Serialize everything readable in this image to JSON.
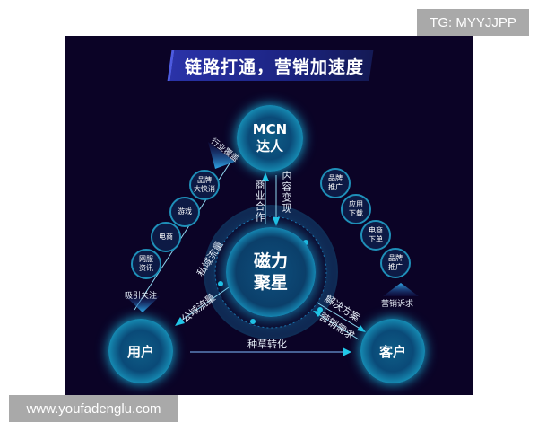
{
  "watermarks": {
    "top_right": "TG: MYYJJPP",
    "bottom_left": "www.youfadenglu.com"
  },
  "title": "链路打通，营销加速度",
  "nodes": {
    "mcn": {
      "line1": "MCN",
      "line2": "达人"
    },
    "center": {
      "line1": "磁力",
      "line2": "聚星"
    },
    "user": "用户",
    "client": "客户"
  },
  "left_chain": {
    "top_arrow_label": "行业覆盖",
    "bottom_arrow_label": "吸引关注",
    "items": [
      {
        "line1": "品牌",
        "line2": "大快消"
      },
      {
        "line1": "游戏",
        "line2": ""
      },
      {
        "line1": "电商",
        "line2": ""
      },
      {
        "line1": "网服",
        "line2": "资讯"
      }
    ]
  },
  "right_chain": {
    "bottom_arrow_label": "营销诉求",
    "items": [
      {
        "line1": "品牌",
        "line2": "推广"
      },
      {
        "line1": "应用",
        "line2": "下载"
      },
      {
        "line1": "电商",
        "line2": "下单"
      },
      {
        "line1": "品牌",
        "line2": "推广"
      }
    ]
  },
  "edges": {
    "mcn_center_left": "商业合作",
    "mcn_center_right": "内容变现",
    "mcn_user": "私域流量",
    "center_user": "公域流量",
    "center_client_top": "解决方案",
    "center_client_bottom": "营销需求",
    "user_client": "种草转化"
  },
  "colors": {
    "background": "#0b0326",
    "accent_cyan": "#22c7e8",
    "title_bar": "#2a33a8",
    "watermark_bg": "#a9a9a9"
  }
}
